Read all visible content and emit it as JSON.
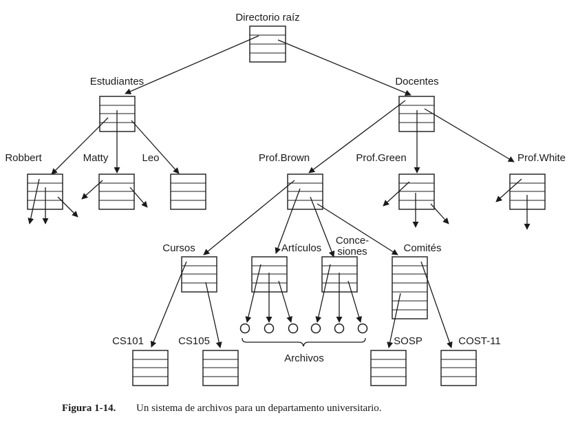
{
  "labels": {
    "root": "Directorio raíz",
    "estudiantes": "Estudiantes",
    "docentes": "Docentes",
    "robbert": "Robbert",
    "matty": "Matty",
    "leo": "Leo",
    "prof_brown": "Prof.Brown",
    "prof_green": "Prof.Green",
    "prof_white": "Prof.White",
    "cursos": "Cursos",
    "articulos": "Artículos",
    "concesiones_1": "Conce-",
    "concesiones_2": "siones",
    "comites": "Comités",
    "cs101": "CS101",
    "cs105": "CS105",
    "archivos": "Archivos",
    "sosp": "SOSP",
    "cost11": "COST-11"
  },
  "caption": {
    "label": "Figura 1-14.",
    "text": "Un sistema de archivos para un departamento universitario."
  }
}
